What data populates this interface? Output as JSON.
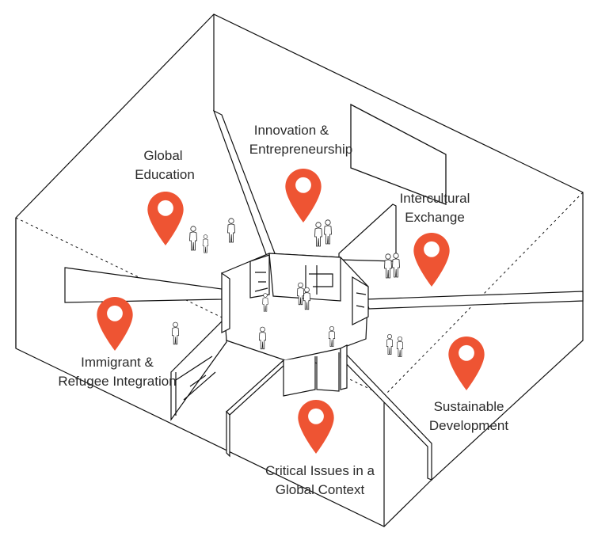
{
  "zones": [
    {
      "id": "global-education",
      "lines": [
        "Global",
        "Education"
      ]
    },
    {
      "id": "innovation",
      "lines": [
        "Innovation &",
        "Entrepreneurship"
      ]
    },
    {
      "id": "intercultural",
      "lines": [
        "Intercultural",
        "Exchange"
      ]
    },
    {
      "id": "immigrant",
      "lines": [
        "Immigrant &",
        "Refugee Integration"
      ]
    },
    {
      "id": "sustainable",
      "lines": [
        "Sustainable",
        "Development"
      ]
    },
    {
      "id": "critical-issues",
      "lines": [
        "Critical Issues in a",
        "Global Context"
      ]
    }
  ],
  "colors": {
    "pin": "#ee5433",
    "line": "#111111"
  },
  "icons": {
    "pin": "map-pin-icon",
    "person": "person-silhouette-icon"
  }
}
